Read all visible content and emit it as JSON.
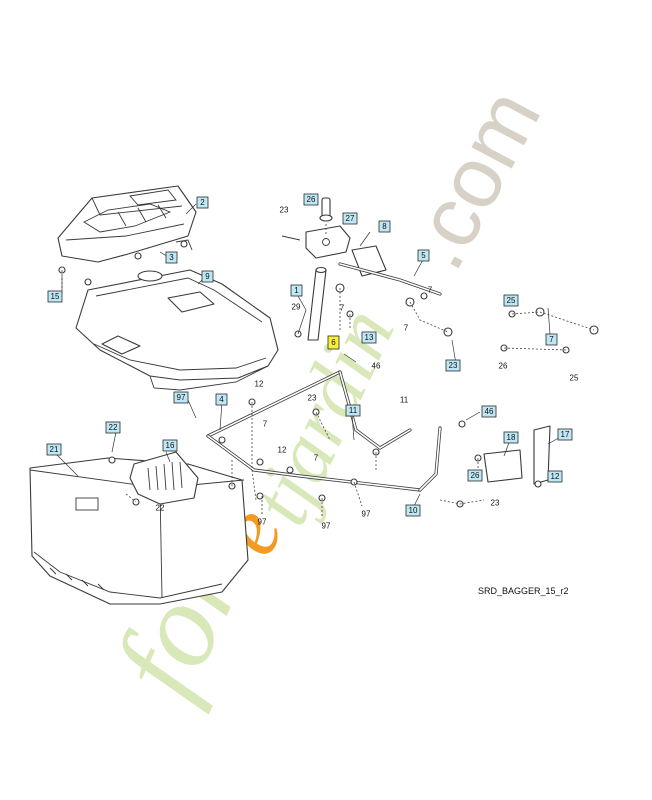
{
  "diagram": {
    "reference": "SRD_BAGGER_15_r2",
    "watermark_left": "for",
    "watermark_mid": "e",
    "watermark_right": "tjardin",
    "watermark_tld": ".com",
    "callouts_boxed": [
      {
        "id": "c2",
        "label": "2",
        "kind": "blue"
      },
      {
        "id": "c3",
        "label": "3",
        "kind": "blue"
      },
      {
        "id": "c15",
        "label": "15",
        "kind": "blue"
      },
      {
        "id": "c9",
        "label": "9",
        "kind": "blue"
      },
      {
        "id": "c26",
        "label": "26",
        "kind": "blue"
      },
      {
        "id": "c27",
        "label": "27",
        "kind": "blue"
      },
      {
        "id": "c8",
        "label": "8",
        "kind": "blue"
      },
      {
        "id": "c5",
        "label": "5",
        "kind": "blue"
      },
      {
        "id": "c1",
        "label": "1",
        "kind": "blue"
      },
      {
        "id": "c13",
        "label": "13",
        "kind": "blue"
      },
      {
        "id": "c6",
        "label": "6",
        "kind": "yellow"
      },
      {
        "id": "c23a",
        "label": "23",
        "kind": "blue"
      },
      {
        "id": "c25a",
        "label": "25",
        "kind": "blue"
      },
      {
        "id": "c7b",
        "label": "7",
        "kind": "blue"
      },
      {
        "id": "c97a",
        "label": "97",
        "kind": "blue"
      },
      {
        "id": "c4",
        "label": "4",
        "kind": "blue"
      },
      {
        "id": "c11",
        "label": "11",
        "kind": "blue"
      },
      {
        "id": "c46b",
        "label": "46",
        "kind": "blue"
      },
      {
        "id": "c22a",
        "label": "22",
        "kind": "blue"
      },
      {
        "id": "c16",
        "label": "16",
        "kind": "blue"
      },
      {
        "id": "c21",
        "label": "21",
        "kind": "blue"
      },
      {
        "id": "c18",
        "label": "18",
        "kind": "blue"
      },
      {
        "id": "c17",
        "label": "17",
        "kind": "blue"
      },
      {
        "id": "c26c",
        "label": "26",
        "kind": "blue"
      },
      {
        "id": "c12c",
        "label": "12",
        "kind": "blue"
      },
      {
        "id": "c10",
        "label": "10",
        "kind": "blue"
      }
    ],
    "callouts_plain": [
      {
        "id": "p23a",
        "label": "23"
      },
      {
        "id": "p29",
        "label": "29"
      },
      {
        "id": "p7a",
        "label": "7"
      },
      {
        "id": "p7c",
        "label": "7"
      },
      {
        "id": "p7d",
        "label": "7"
      },
      {
        "id": "p46a",
        "label": "46"
      },
      {
        "id": "p26b",
        "label": "26"
      },
      {
        "id": "p25b",
        "label": "25"
      },
      {
        "id": "p12a",
        "label": "12"
      },
      {
        "id": "p7e",
        "label": "7"
      },
      {
        "id": "p23b",
        "label": "23"
      },
      {
        "id": "p11",
        "label": "11"
      },
      {
        "id": "p12b",
        "label": "12"
      },
      {
        "id": "p7f",
        "label": "7"
      },
      {
        "id": "p22b",
        "label": "22"
      },
      {
        "id": "p97b",
        "label": "97"
      },
      {
        "id": "p97c",
        "label": "97"
      },
      {
        "id": "p97d",
        "label": "97"
      },
      {
        "id": "p23c",
        "label": "23"
      }
    ]
  }
}
